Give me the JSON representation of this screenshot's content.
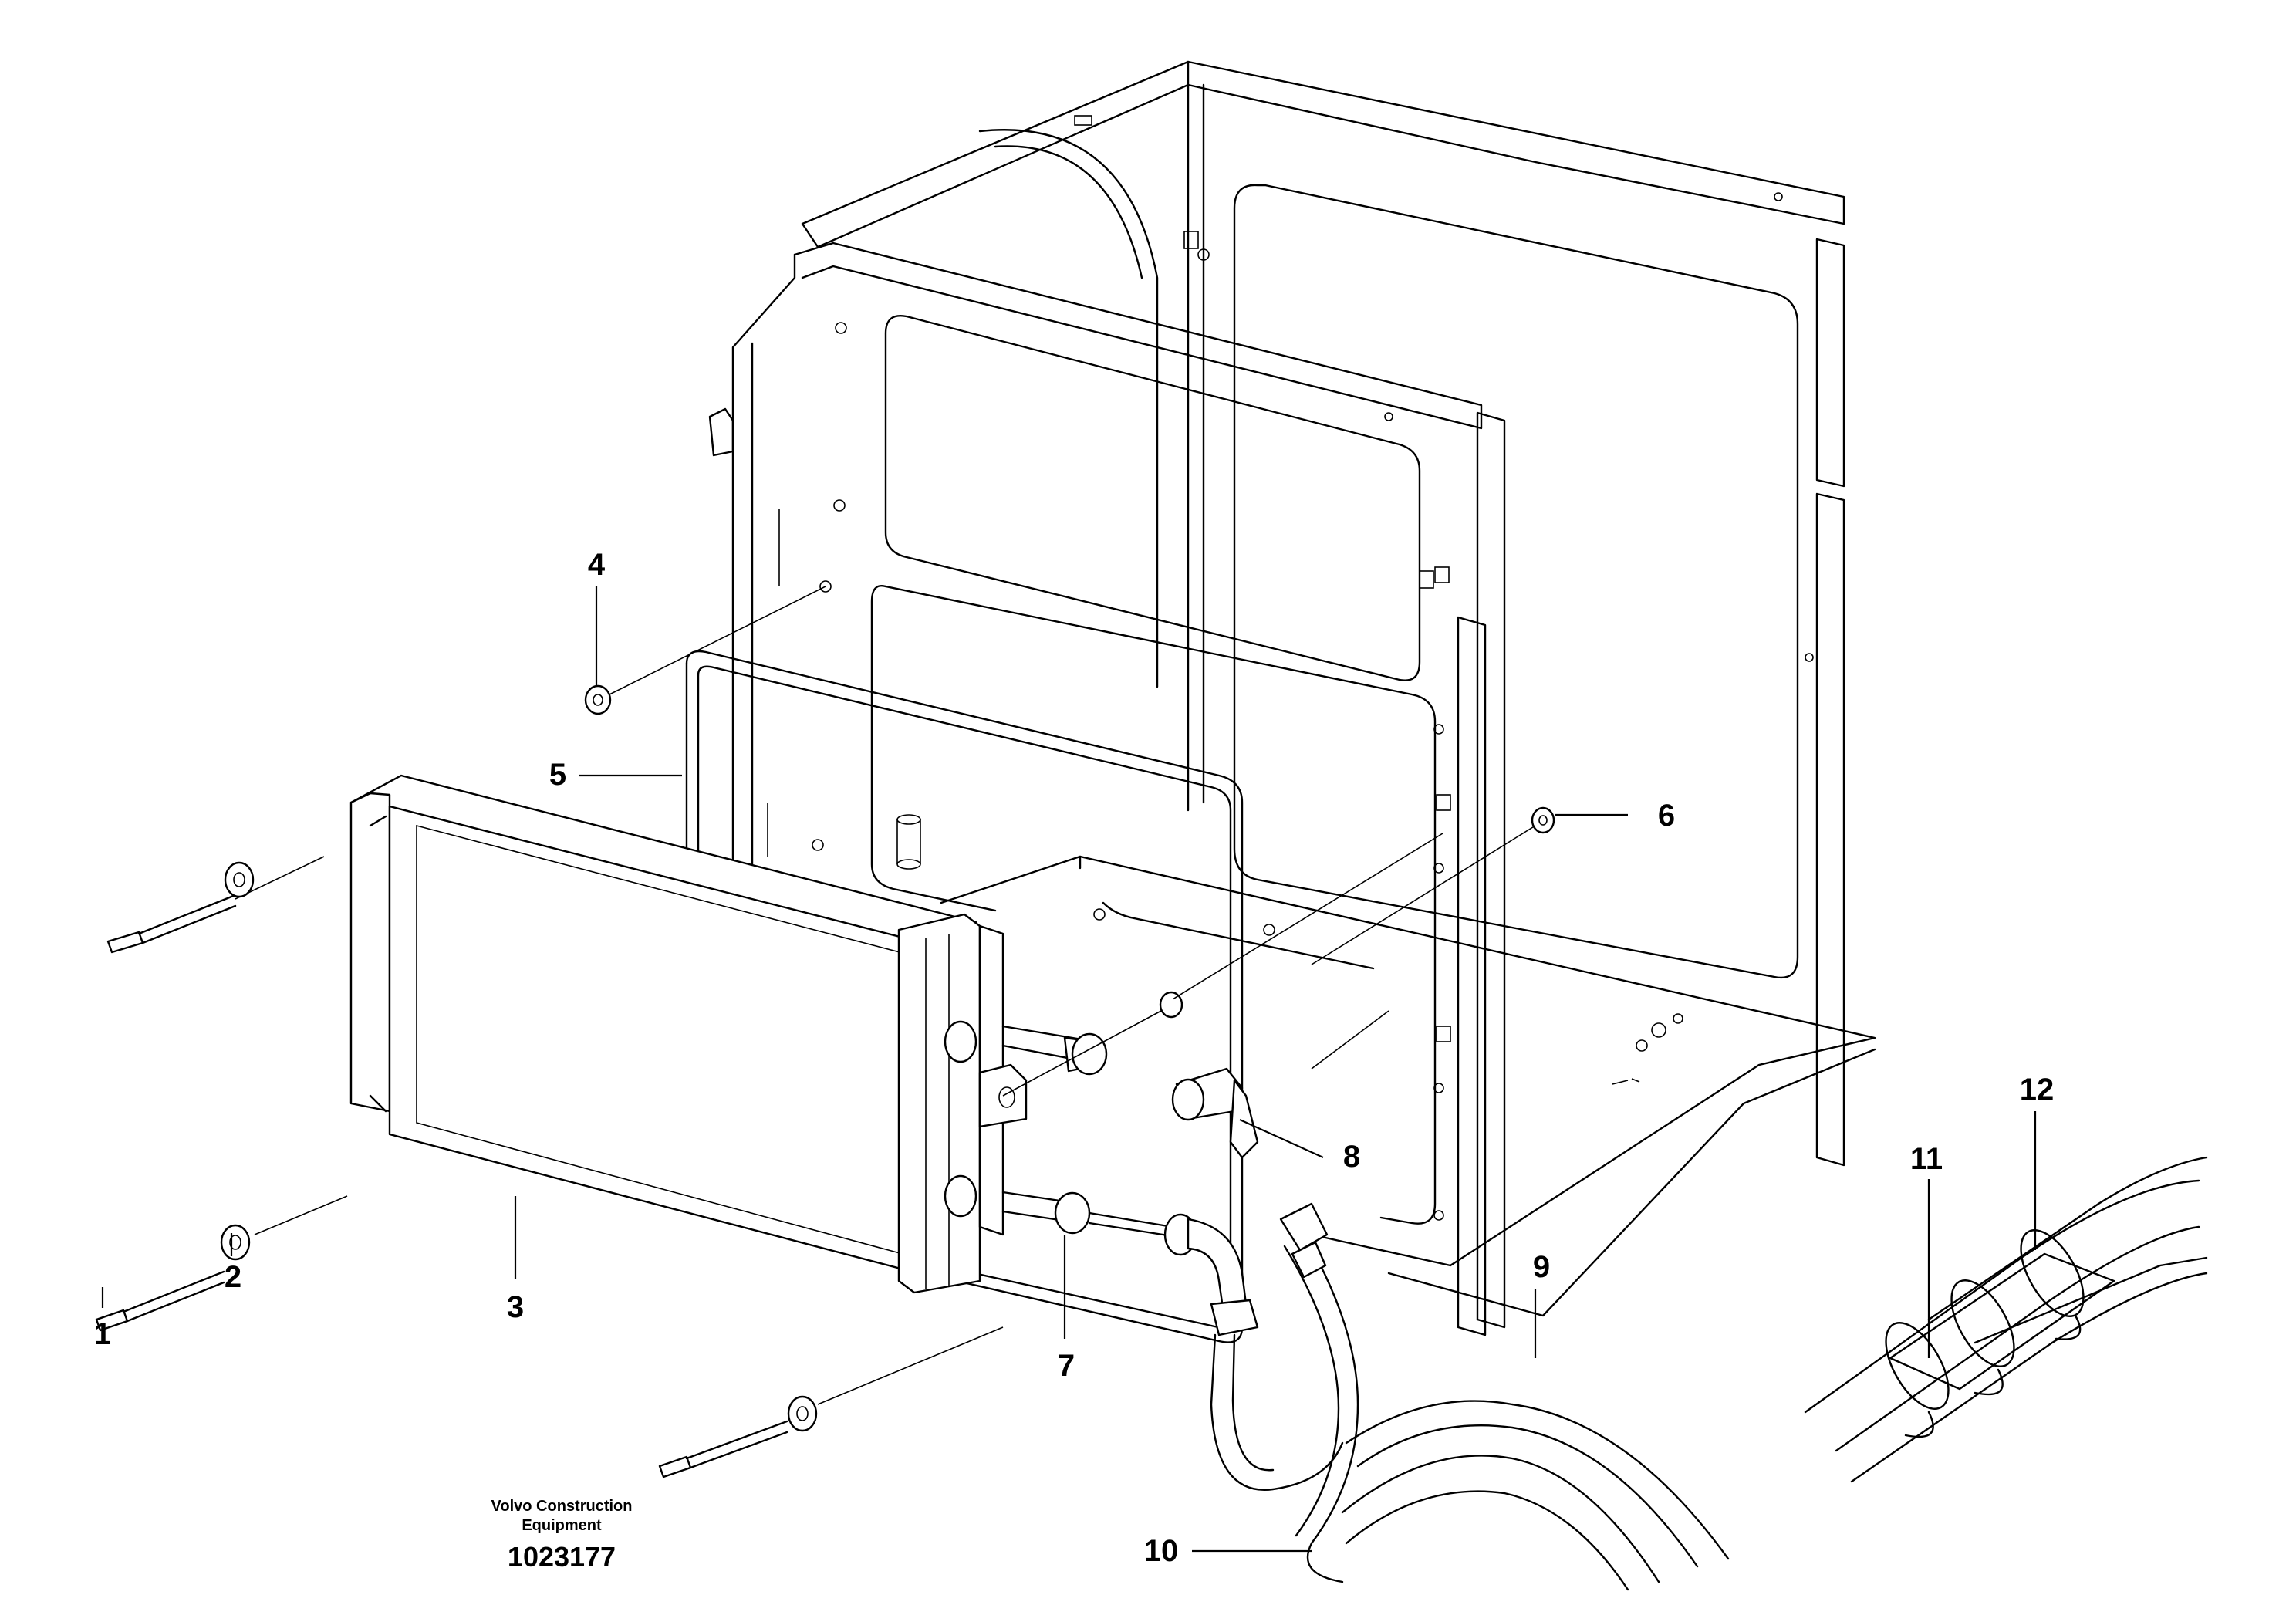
{
  "diagram": {
    "callouts": [
      {
        "id": "c1",
        "label": "1"
      },
      {
        "id": "c2",
        "label": "2"
      },
      {
        "id": "c3",
        "label": "3"
      },
      {
        "id": "c4",
        "label": "4"
      },
      {
        "id": "c5",
        "label": "5"
      },
      {
        "id": "c6",
        "label": "6"
      },
      {
        "id": "c7",
        "label": "7"
      },
      {
        "id": "c8",
        "label": "8"
      },
      {
        "id": "c9",
        "label": "9"
      },
      {
        "id": "c10",
        "label": "10"
      },
      {
        "id": "c11",
        "label": "11"
      },
      {
        "id": "c12",
        "label": "12"
      }
    ],
    "publisher_line1": "Volvo Construction",
    "publisher_line2": "Equipment",
    "drawing_number": "1023177"
  }
}
